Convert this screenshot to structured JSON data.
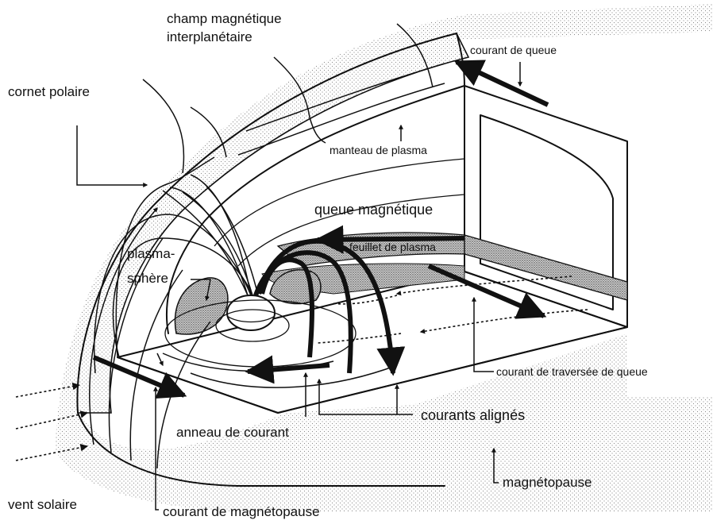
{
  "labels": {
    "imf": "champ magnétique",
    "imf2": "interplanétaire",
    "cusp": "cornet polaire",
    "tail_current": "courant de queue",
    "mantle": "manteau de plasma",
    "magnetotail": "queue magnétique",
    "plasma_sheet": "feuillet de plasma",
    "plasmasphere1": "plasma-",
    "plasmasphere2": "sphère",
    "cross_tail": "courant de traversée de queue",
    "field_aligned": "courants alignés",
    "ring_current": "anneau de courant",
    "magnetopause": "magnétopause",
    "solar_wind": "vent solaire",
    "mp_current": "courant de magnétopause"
  }
}
